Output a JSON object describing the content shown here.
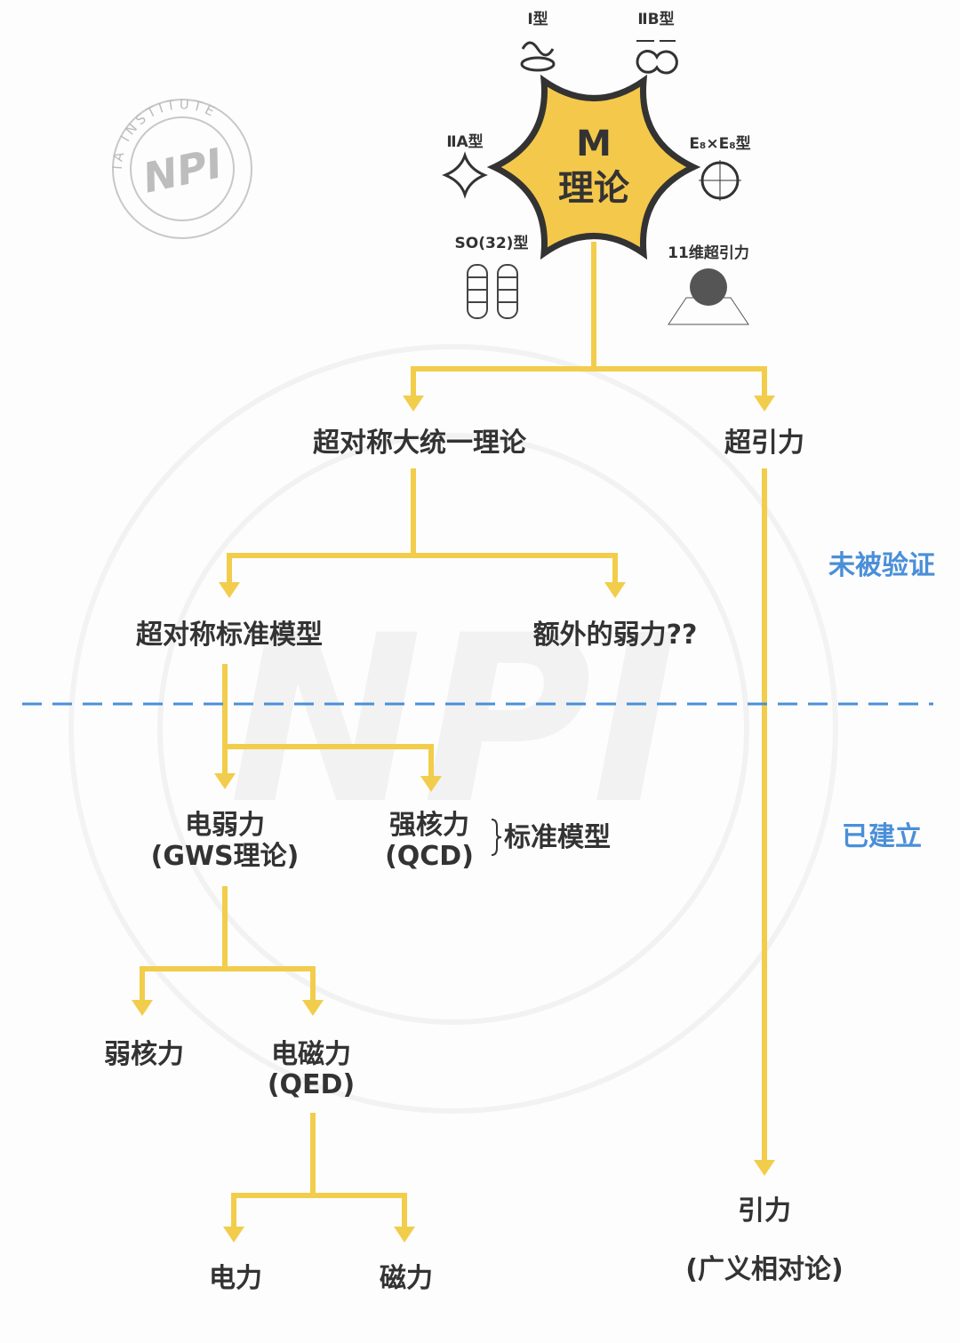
{
  "colors": {
    "arrow": "#f2cd4b",
    "divider": "#4a8fd8",
    "star_fill": "#f4c84a",
    "text": "#333333"
  },
  "watermark": {
    "logo_text": "NPI",
    "ring_text": "NEW PRINCIPIA INSTITUTE"
  },
  "root": {
    "line1": "M",
    "line2": "理论"
  },
  "variants": {
    "type_I": "Ⅰ型",
    "type_IIB": "ⅡB型",
    "type_IIA": "ⅡA型",
    "e8": "E₈×E₈型",
    "so32": "SO(32)型",
    "sugra11": "11维超引力"
  },
  "nodes": {
    "susy_gut": "超对称大统一理论",
    "supergravity": "超引力",
    "mssm": "超对称标准模型",
    "extra_weak": "额外的弱力??",
    "electroweak": "电弱力",
    "electroweak_sub": "(GWS理论)",
    "strong": "强核力",
    "strong_sub": "(QCD)",
    "standard_model": "标准模型",
    "weak": "弱核力",
    "em": "电磁力",
    "em_sub": "(QED)",
    "electric": "电力",
    "magnetic": "磁力",
    "gravity": "引力",
    "gravity_sub": "(广义相对论)"
  },
  "zones": {
    "unverified": "未被验证",
    "established": "已建立"
  }
}
